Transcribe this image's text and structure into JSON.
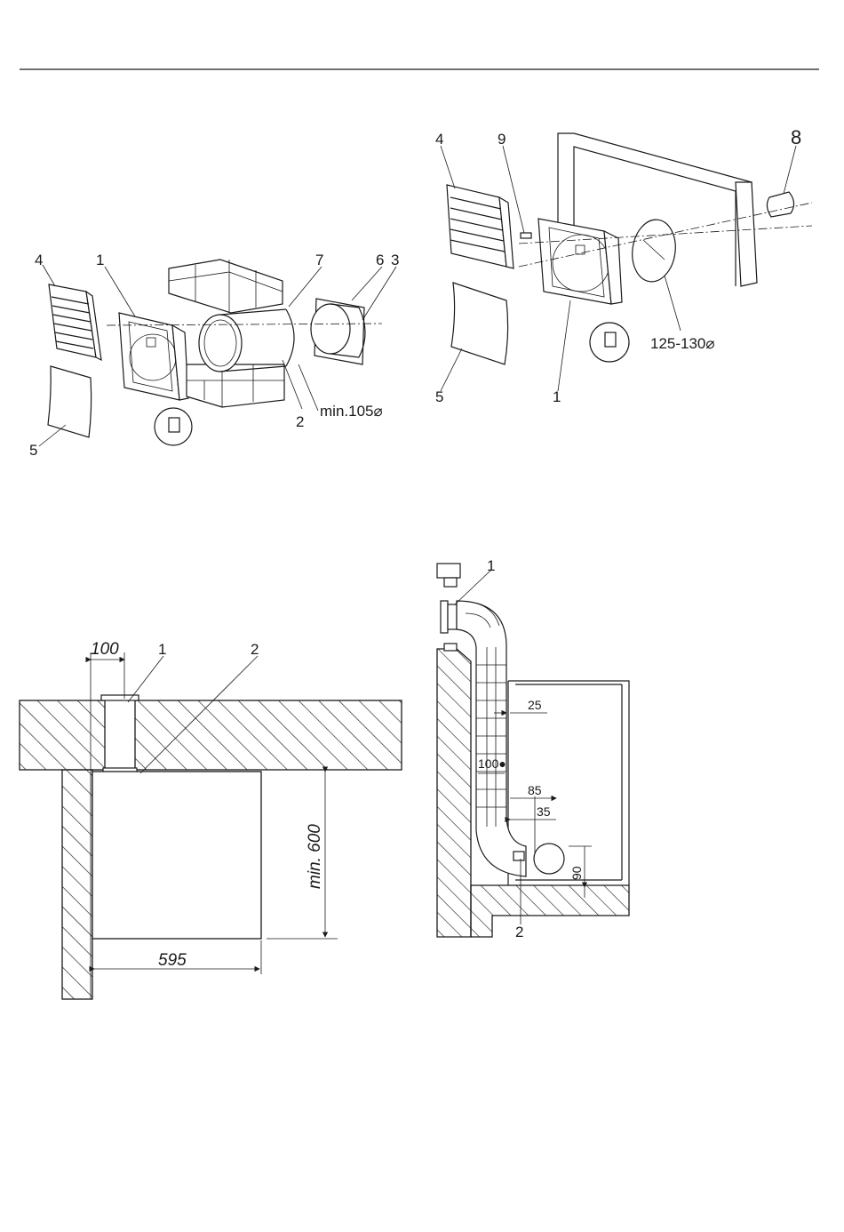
{
  "figures": {
    "fig1": {
      "labels": [
        "4",
        "1",
        "7",
        "6",
        "3",
        "2",
        "5"
      ],
      "dimension": "min.105⌀"
    },
    "fig2": {
      "labels": [
        "4",
        "9",
        "8",
        "5",
        "1"
      ],
      "dimension": "125-130⌀"
    },
    "fig3": {
      "labels": [
        "1",
        "2"
      ],
      "dim_top": "100",
      "dim_height": "min. 600",
      "dim_width": "595"
    },
    "fig4": {
      "labels": [
        "1",
        "2"
      ],
      "dims": [
        "25",
        "100●",
        "85",
        "35",
        "90"
      ]
    }
  }
}
